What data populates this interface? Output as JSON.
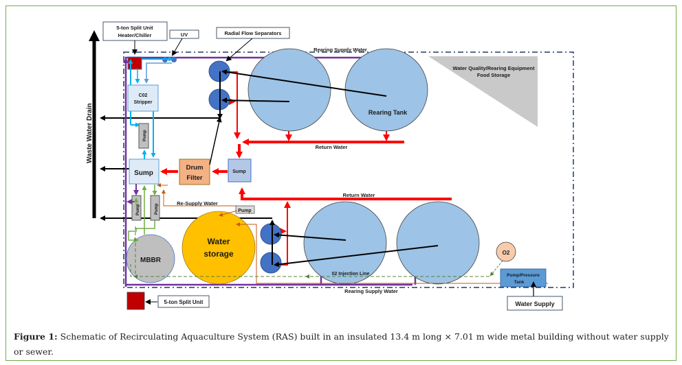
{
  "diagram": {
    "labels": {
      "split_unit_top_line1": "5-ton Split Unit",
      "split_unit_top_line2": "Heater/Chiller",
      "uv": "UV",
      "radial_flow": "Radial Flow Separators",
      "rearing_supply_top": "Rearing Supply Water",
      "wq_line1": "Water Quality/Rearing Equipment",
      "wq_line2": "Food Storage",
      "co2_line1": "C02",
      "co2_line2": "Stripper",
      "rearing_tank": "Rearing Tank",
      "return_water_top": "Return Water",
      "return_water_bottom": "Return Water",
      "waste_drain": "Waste Water Drain",
      "pump": "Pump",
      "sump_main": "Sump",
      "drum_line1": "Drum",
      "drum_line2": "Filter",
      "sump_small": "Sump",
      "resupply": "Re-Supply Water",
      "pump_small": "Pump",
      "water_storage_line1": "Water",
      "water_storage_line2": "storage",
      "mbbr": "MBBR",
      "o2": "O2",
      "o2_injection": "02 Injection Line",
      "pump_pressure_line1": "Pump/Pressure",
      "pump_pressure_line2": "Tank",
      "rearing_supply_bottom": "Rearing Supply Water",
      "split_unit_bottom": "5-ton Split Unit",
      "water_supply": "Water Supply"
    },
    "colors": {
      "tank": "#9dc3e6",
      "separator": "#4472c4",
      "return": "#ff0000",
      "supply": "#7030a0",
      "co2_loop": "#00b0f0",
      "green_loop": "#70ad47",
      "orange_line": "#c55a11",
      "storage": "#ffc000",
      "mbbr": "#bfbfbf",
      "drum": "#f4b183",
      "split_unit": "#c00000",
      "o2": "#f8cbad"
    }
  },
  "caption": {
    "label": "Figure 1:",
    "text": " Schematic of Recirculating Aquaculture System (RAS) built in an insulated 13.4 m long × 7.01 m wide metal building without water supply or sewer."
  }
}
